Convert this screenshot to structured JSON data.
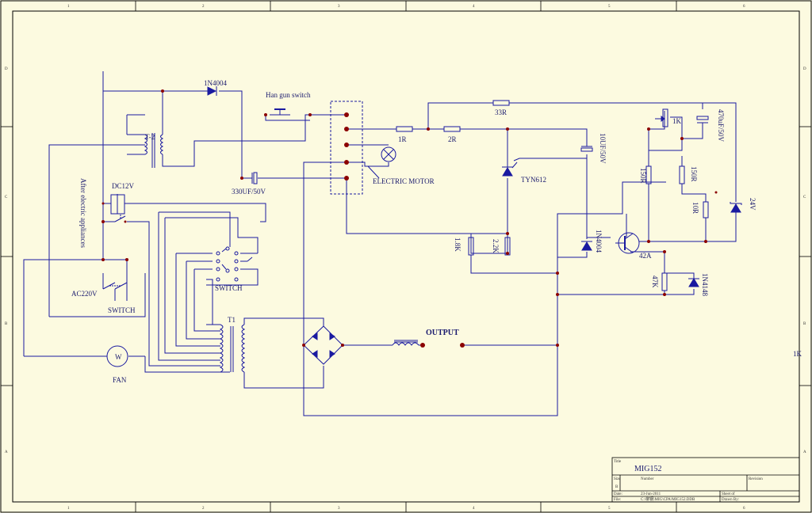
{
  "sheet": {
    "col_numbers": [
      "1",
      "2",
      "3",
      "4",
      "5",
      "6"
    ],
    "row_letters": [
      "D",
      "C",
      "B",
      "A"
    ],
    "stray_label": "1K"
  },
  "labels": {
    "diode_top": "1N4004",
    "han_gun_switch": "Han gun switch",
    "transformer_t2": "T-2",
    "dc12v": "DC12V",
    "after_electric": "After electric appliances",
    "cap_330": "330UF/50V",
    "electric_motor": "ELECTRIC MOTOR",
    "r_1r": "1R",
    "r_2r": "2R",
    "r_33r": "33R",
    "cap_10uf": "10UF/50V",
    "tyn612": "TYN612",
    "pot_1k": "1K",
    "cap_470": "470uF/50V",
    "r_150r_a": "150R",
    "r_150r_b": "150R",
    "r_10r": "10R",
    "zener_24v": "24V",
    "r_18k": "1.8K",
    "r_22k": "2.2K",
    "diode_mid": "1N4004",
    "transistor": "42A",
    "r_47k": "47K",
    "diode_4148": "1N4148",
    "ac220v": "AC220V",
    "switch_main": "SWITCH",
    "switch_sel": "SWITCH",
    "t1": "T1",
    "output": "OUTPUT",
    "fan_w": "W",
    "fan": "FAN"
  },
  "title_block": {
    "title_caption": "Title",
    "title": "MIG152",
    "size_caption": "Size",
    "size_value": "B",
    "number_caption": "Number",
    "revision_caption": "Revision",
    "date_caption": "Date:",
    "date_value": "23-Jun-2011",
    "sheet_caption": "Sheet   of",
    "file_caption": "File:",
    "file_value": "C:\\柳钢\\MIG\\CPA\\MIG152.DDB",
    "drawn_caption": "Drawn By:"
  },
  "colors": {
    "paper": "#fcfae0",
    "border": "#000000",
    "wire": "#1a1aa0",
    "junction": "#8b0000",
    "text": "#1a1a6e"
  }
}
